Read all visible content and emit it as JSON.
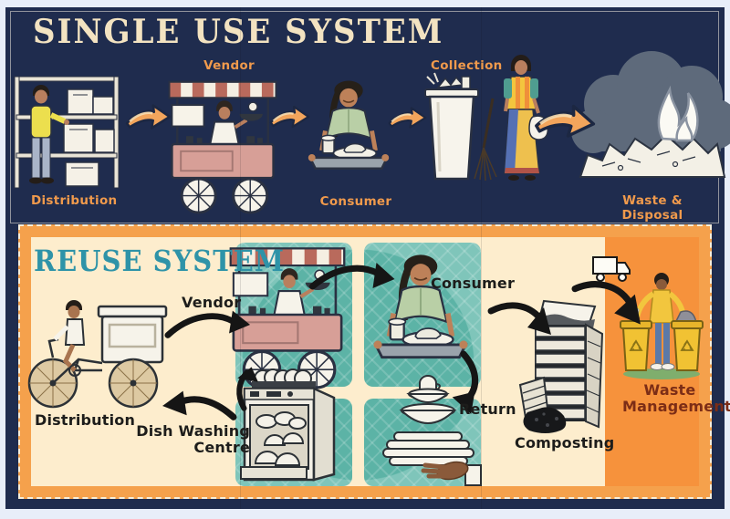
{
  "page": {
    "background": "#e8eef9"
  },
  "single_use_system": {
    "title": "SINGLE USE SYSTEM",
    "steps": [
      {
        "label": "Distribution"
      },
      {
        "label": "Vendor"
      },
      {
        "label": "Consumer"
      },
      {
        "label": "Collection"
      },
      {
        "label": "Waste & Disposal"
      }
    ],
    "flow": "Distribution to Vendor to Consumer to Collection to Waste & Disposal",
    "colors": {
      "background": "#1f2c4e",
      "title_text": "#f3e3c1",
      "label_text": "#f09a4c",
      "arrow_fill": "#f2a55c"
    }
  },
  "reuse_system": {
    "title": "REUSE SYSTEM",
    "labels": {
      "distribution": "Distribution",
      "vendor": "Vendor",
      "consumer": "Consumer",
      "return": "Return",
      "dish_washing_centre": "Dish Washing Centre",
      "composting": "Composting",
      "waste_management": "Waste Management"
    },
    "flow": "Distribution to Vendor to Consumer to Return to Dish Washing Centre back to Vendor; organics to Composting; residuals to Waste Management",
    "colors": {
      "frame": "#f5a14c",
      "background": "#fdedcd",
      "title_text": "#2e93a8",
      "quadrant_fill": "#7fc5ba",
      "side_panel": "#f6923c",
      "waste_management_text": "#7c2d16",
      "arrow_color": "#151515"
    },
    "icons": {
      "truck": "delivery-truck-icon",
      "recycle": "recycle-icon"
    }
  }
}
